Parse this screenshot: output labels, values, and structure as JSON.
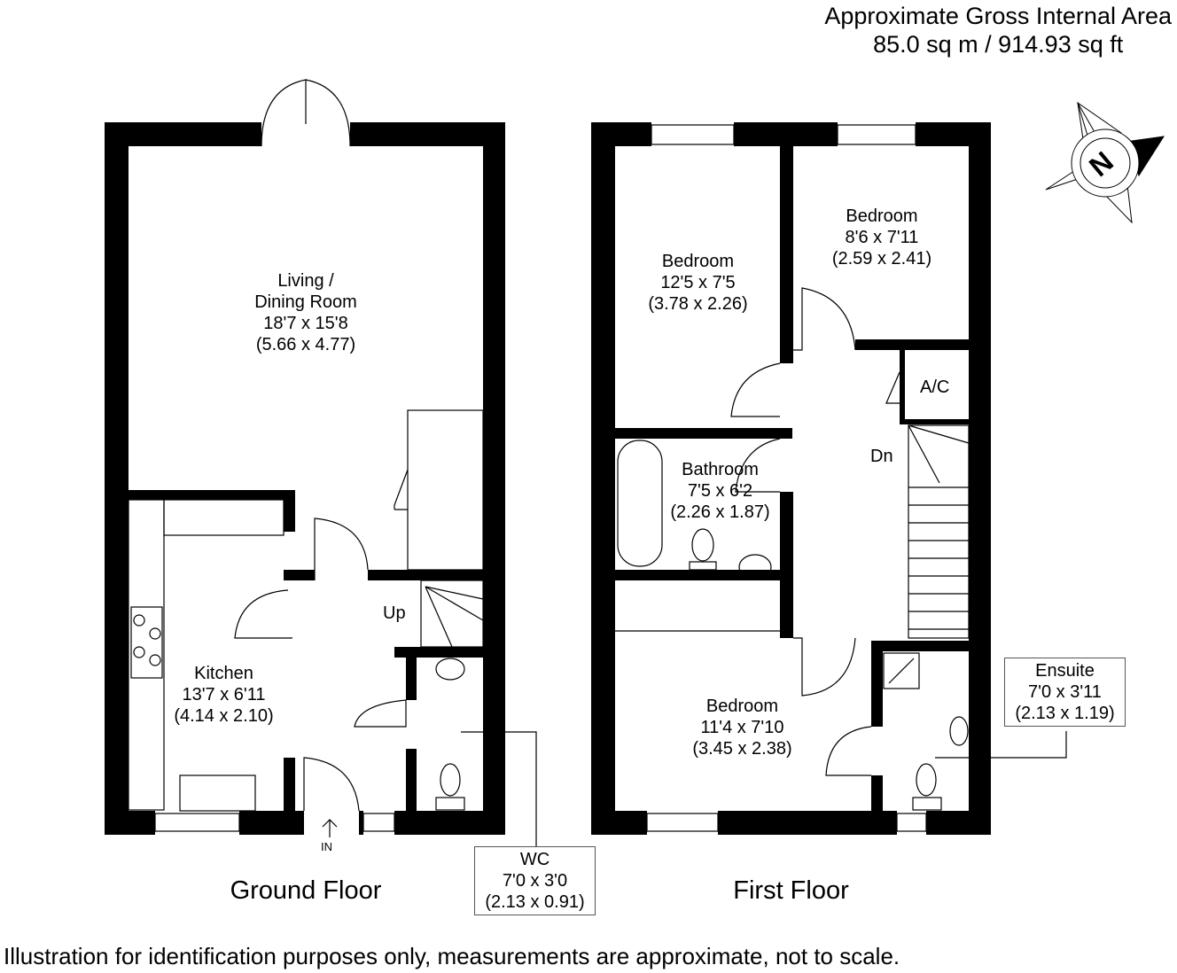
{
  "header": {
    "area_line1": "Approximate Gross Internal Area",
    "area_line2": "85.0 sq m / 914.93 sq ft"
  },
  "compass": {
    "label": "N",
    "icon": "compass-north-icon"
  },
  "ground_floor": {
    "title": "Ground Floor",
    "living": {
      "name1": "Living /",
      "name2": "Dining Room",
      "imperial": "18'7 x 15'8",
      "metric": "(5.66 x 4.77)"
    },
    "kitchen": {
      "name": "Kitchen",
      "imperial": "13'7 x 6'11",
      "metric": "(4.14 x 2.10)"
    },
    "wc": {
      "name": "WC",
      "imperial": "7'0 x 3'0",
      "metric": "(2.13 x 0.91)"
    },
    "stairs_label": "Up",
    "entrance_label": "IN"
  },
  "first_floor": {
    "title": "First Floor",
    "bedroom1": {
      "name": "Bedroom",
      "imperial": "12'5 x 7'5",
      "metric": "(3.78 x 2.26)"
    },
    "bedroom2": {
      "name": "Bedroom",
      "imperial": "8'6 x 7'11",
      "metric": "(2.59 x 2.41)"
    },
    "bathroom": {
      "name": "Bathroom",
      "imperial": "7'5 x 6'2",
      "metric": "(2.26 x 1.87)"
    },
    "bedroom3": {
      "name": "Bedroom",
      "imperial": "11'4 x 7'10",
      "metric": "(3.45 x 2.38)"
    },
    "ensuite": {
      "name": "Ensuite",
      "imperial": "7'0 x 3'11",
      "metric": "(2.13 x 1.19)"
    },
    "cupboard_label": "A/C",
    "stairs_label": "Dn"
  },
  "footer": {
    "disclaimer": "Illustration for identification purposes only, measurements are approximate, not to scale."
  }
}
